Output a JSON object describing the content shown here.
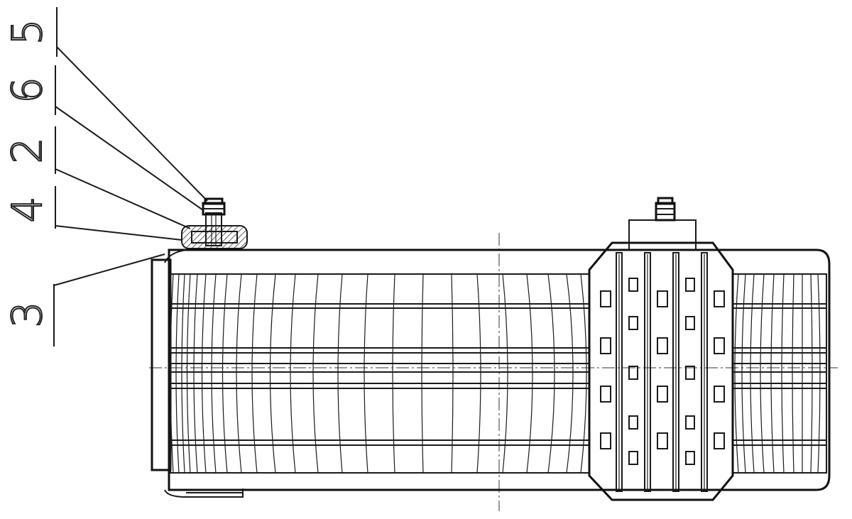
{
  "labels": {
    "ref_5": "5",
    "ref_6": "6",
    "ref_2": "2",
    "ref_4": "4",
    "ref_3": "3"
  },
  "colors": {
    "line": "#1a1a1a",
    "background": "#ffffff"
  }
}
